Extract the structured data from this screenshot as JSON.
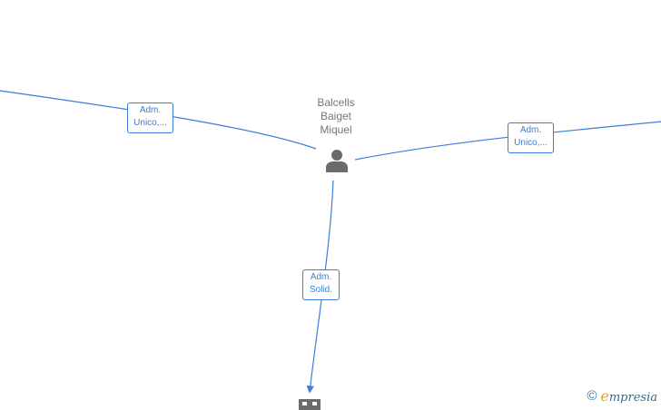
{
  "person": {
    "name": "Balcells\nBaiget\nMiquel",
    "icon": "person-icon"
  },
  "edges": [
    {
      "id": "left",
      "label": "Adm.\nUnico,..."
    },
    {
      "id": "right",
      "label": "Adm.\nUnico,..."
    },
    {
      "id": "down",
      "label": "Adm.\nSolid."
    }
  ],
  "company": {
    "icon": "building-icon"
  },
  "footer": {
    "copyright_symbol": "©",
    "brand_initial": "e",
    "brand_rest": "mpresia"
  },
  "colors": {
    "edge": "#3b7dd8",
    "node_icon": "#6b6b6b",
    "label_text": "#777777"
  }
}
